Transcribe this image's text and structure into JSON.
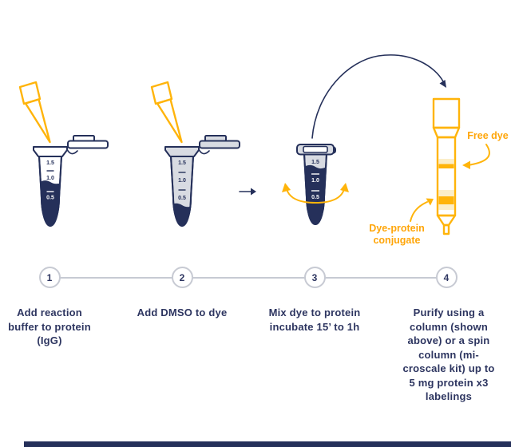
{
  "colors": {
    "navy": "#25305A",
    "navy_text": "#2D3560",
    "yellow": "#FFB40A",
    "yellow_text": "#FFA60A",
    "cream": "#FBEEC9",
    "gray_fill": "#D8DBE2",
    "gray_line": "#C7CAD3",
    "background": "#FFFFFF"
  },
  "tubes": {
    "protein_tube": {
      "marks": [
        "1.5",
        "1.0",
        "0.5"
      ]
    },
    "dye_tube": {
      "marks": [
        "1.5",
        "1.0",
        "0.5"
      ]
    },
    "mix_tube": {
      "marks": [
        "1.5",
        "1.0",
        "0.5"
      ]
    }
  },
  "column_labels": {
    "free_dye": "Free dye",
    "dye_protein_conjugate": "Dye-protein\nconjugate"
  },
  "steps": [
    {
      "num": "1",
      "text": "Add reaction\nbuffer to protein\n(IgG)"
    },
    {
      "num": "2",
      "text": "Add DMSO to dye"
    },
    {
      "num": "3",
      "text": "Mix dye to protein\nincubate 15’ to 1h"
    },
    {
      "num": "4",
      "text": "Purify using a\ncolumn (shown\nabove) or a spin\ncolumn (mi-\ncroscale kit) up to\n5 mg protein x3\nlabelings"
    }
  ]
}
